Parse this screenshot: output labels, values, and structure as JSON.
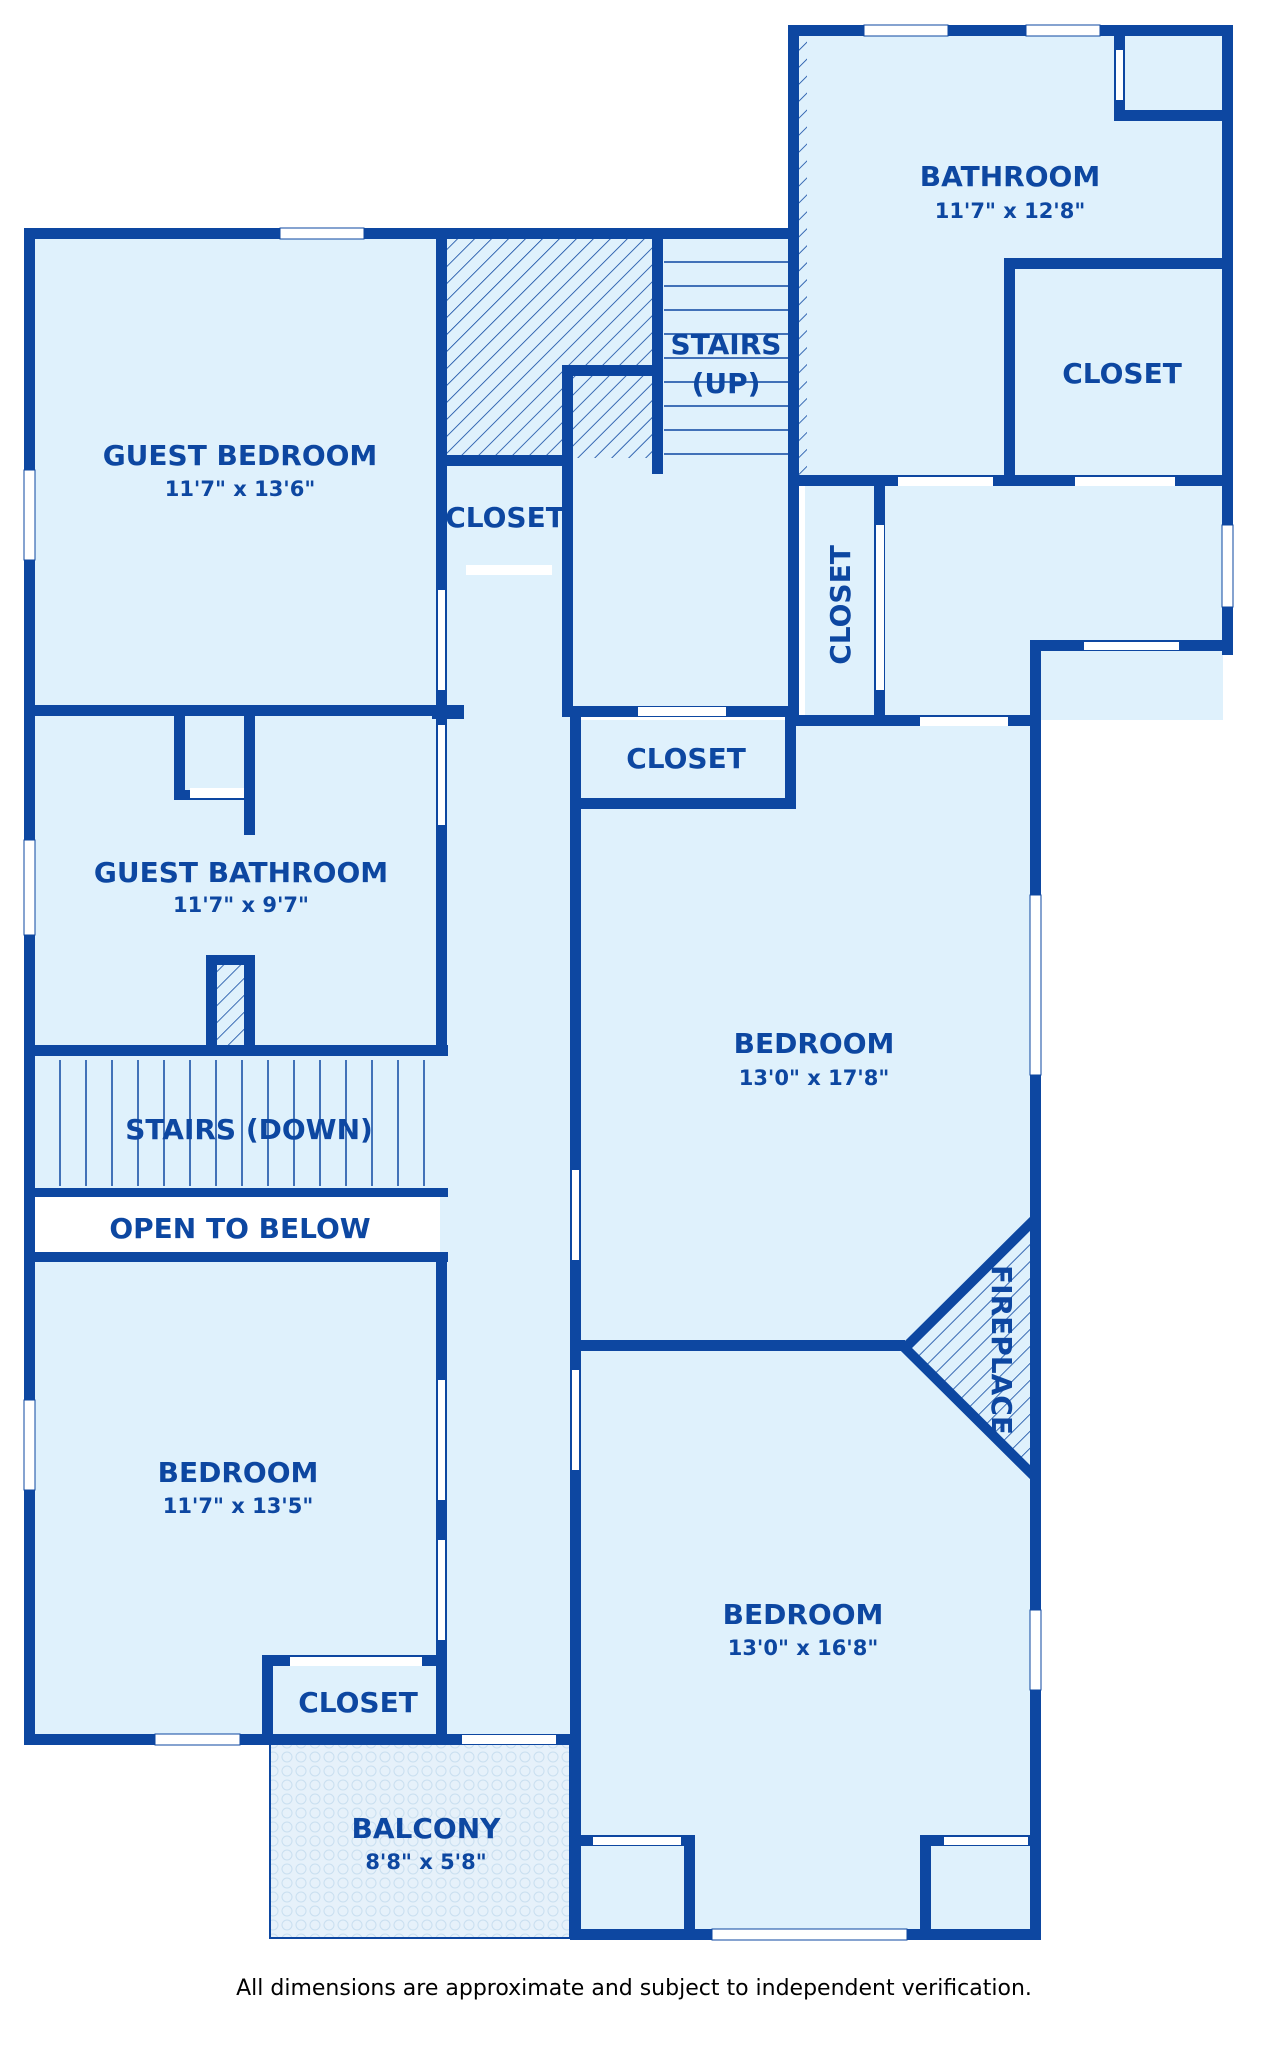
{
  "colors": {
    "wall": "#0d47a1",
    "floor": "#dff1fc",
    "label": "#0d47a1",
    "balcony": "#e6f1fa"
  },
  "rooms": {
    "guest_bedroom": {
      "name": "GUEST BEDROOM",
      "dim": "11'7\" x 13'6\""
    },
    "guest_bathroom": {
      "name": "GUEST BATHROOM",
      "dim": "11'7\" x 9'7\""
    },
    "bathroom": {
      "name": "BATHROOM",
      "dim": "11'7\" x 12'8\""
    },
    "bedroom_east": {
      "name": "BEDROOM",
      "dim": "13'0\" x 17'8\""
    },
    "bedroom_west": {
      "name": "BEDROOM",
      "dim": "11'7\" x 13'5\""
    },
    "bedroom_southeast": {
      "name": "BEDROOM",
      "dim": "13'0\" x 16'8\""
    },
    "balcony": {
      "name": "BALCONY",
      "dim": "8'8\" x 5'8\""
    },
    "closet_bath": {
      "name": "CLOSET"
    },
    "closet_hall_north": {
      "name": "CLOSET"
    },
    "closet_vertical": {
      "name": "CLOSET"
    },
    "closet_hall_middle": {
      "name": "CLOSET"
    },
    "closet_south": {
      "name": "CLOSET"
    },
    "stairs_up": {
      "line1": "STAIRS",
      "line2": "(UP)"
    },
    "stairs_down": {
      "name": "STAIRS (DOWN)"
    },
    "open_to_below": {
      "name": "OPEN TO BELOW"
    },
    "fireplace": {
      "name": "FIREPLACE"
    }
  },
  "footer": {
    "disclaimer": "All dimensions are approximate and subject to independent verification."
  }
}
